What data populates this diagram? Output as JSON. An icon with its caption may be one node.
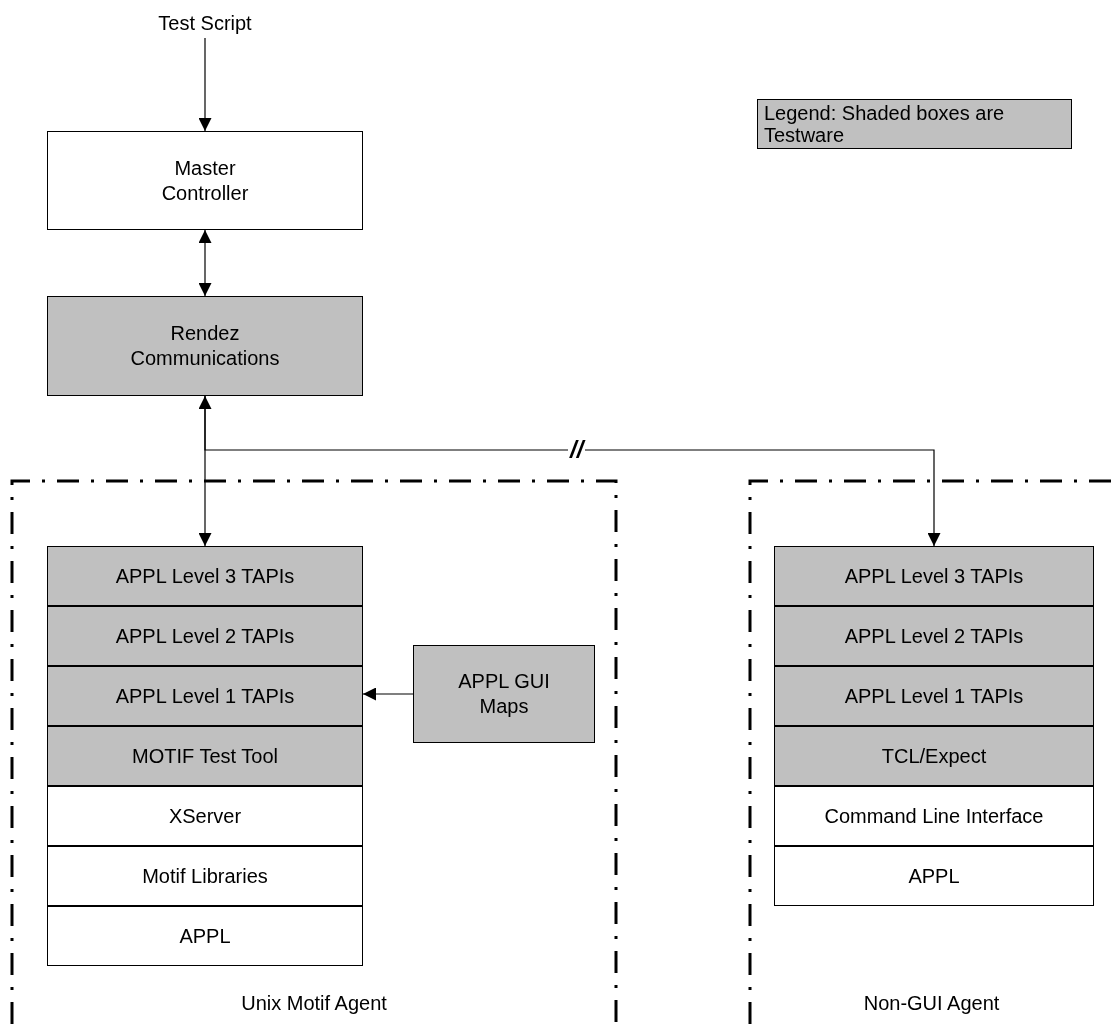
{
  "diagram": {
    "nodes": [
      {
        "text": [
          "Test Script"
        ]
      },
      {
        "text": [
          "Master Controller"
        ]
      },
      {
        "text": [
          "Rendez Communications"
        ]
      },
      {
        "text": [
          "Unix Motif Agent"
        ]
      },
      {
        "text": [
          "APPL Level 3 TAPIs"
        ],
        "in": 3
      },
      {
        "text": [
          "APPL Level 2 TAPIs"
        ],
        "in": 3
      },
      {
        "text": [
          "APPL Level 1 TAPIs"
        ],
        "in": 3
      },
      {
        "text": [
          "MOTIF Test Tool"
        ],
        "in": 3
      },
      {
        "text": [
          "XServer"
        ],
        "in": 3
      },
      {
        "text": [
          "Motif Libraries"
        ],
        "in": 3
      },
      {
        "text": [
          "APPL"
        ],
        "in": 3
      },
      {
        "text": [
          "APPL GUI Maps"
        ],
        "in": 3
      },
      {
        "text": [
          "Non-GUI Agent"
        ]
      },
      {
        "text": [
          "APPL Level 3 TAPIs"
        ],
        "in": 12
      },
      {
        "text": [
          "APPL Level 2 TAPIs"
        ],
        "in": 12
      },
      {
        "text": [
          "APPL Level 1 TAPIs"
        ],
        "in": 12
      },
      {
        "text": [
          "TCL/Expect"
        ],
        "in": 12
      },
      {
        "text": [
          "Command Line Interface"
        ],
        "in": 12
      },
      {
        "text": [
          "APPL"
        ],
        "in": 12
      }
    ],
    "edges": [
      {
        "from": 0,
        "to": 1,
        "arrow": "to"
      },
      {
        "from": 1,
        "to": 2,
        "arrow": "both"
      },
      {
        "from": 2,
        "to": 4,
        "arrow": "both"
      },
      {
        "from": 2,
        "to": 13,
        "arrow": "to",
        "label": "//"
      },
      {
        "from": 11,
        "to": 6,
        "arrow": "to"
      }
    ],
    "legend": [
      {
        "text": "Legend: Shaded boxes are Testware",
        "color": "#c0c0c0"
      }
    ]
  }
}
